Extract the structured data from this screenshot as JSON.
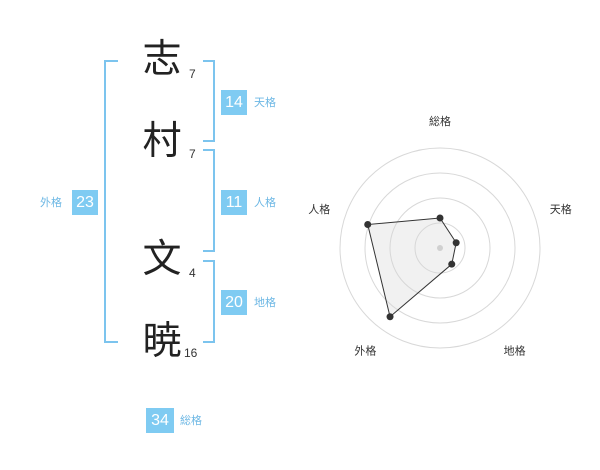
{
  "name_chars": [
    {
      "char": "志",
      "strokes": "7"
    },
    {
      "char": "村",
      "strokes": "7"
    },
    {
      "char": "文",
      "strokes": "4"
    },
    {
      "char": "暁",
      "strokes": "16"
    }
  ],
  "fortunes": {
    "tenkaku": {
      "value": "14",
      "label": "天格"
    },
    "jinkaku": {
      "value": "11",
      "label": "人格"
    },
    "chikaku": {
      "value": "20",
      "label": "地格"
    },
    "gaikaku": {
      "value": "23",
      "label": "外格"
    },
    "soukaku": {
      "value": "34",
      "label": "総格"
    }
  },
  "colors": {
    "accent": "#7fcbf2",
    "bracket": "#7cc4ee"
  },
  "chart_data": {
    "type": "radar",
    "axes": [
      "総格",
      "天格",
      "地格",
      "外格",
      "人格"
    ],
    "rings": 4,
    "values": [
      0.3,
      0.17,
      0.2,
      0.85,
      0.76
    ],
    "range": [
      0,
      1
    ]
  }
}
